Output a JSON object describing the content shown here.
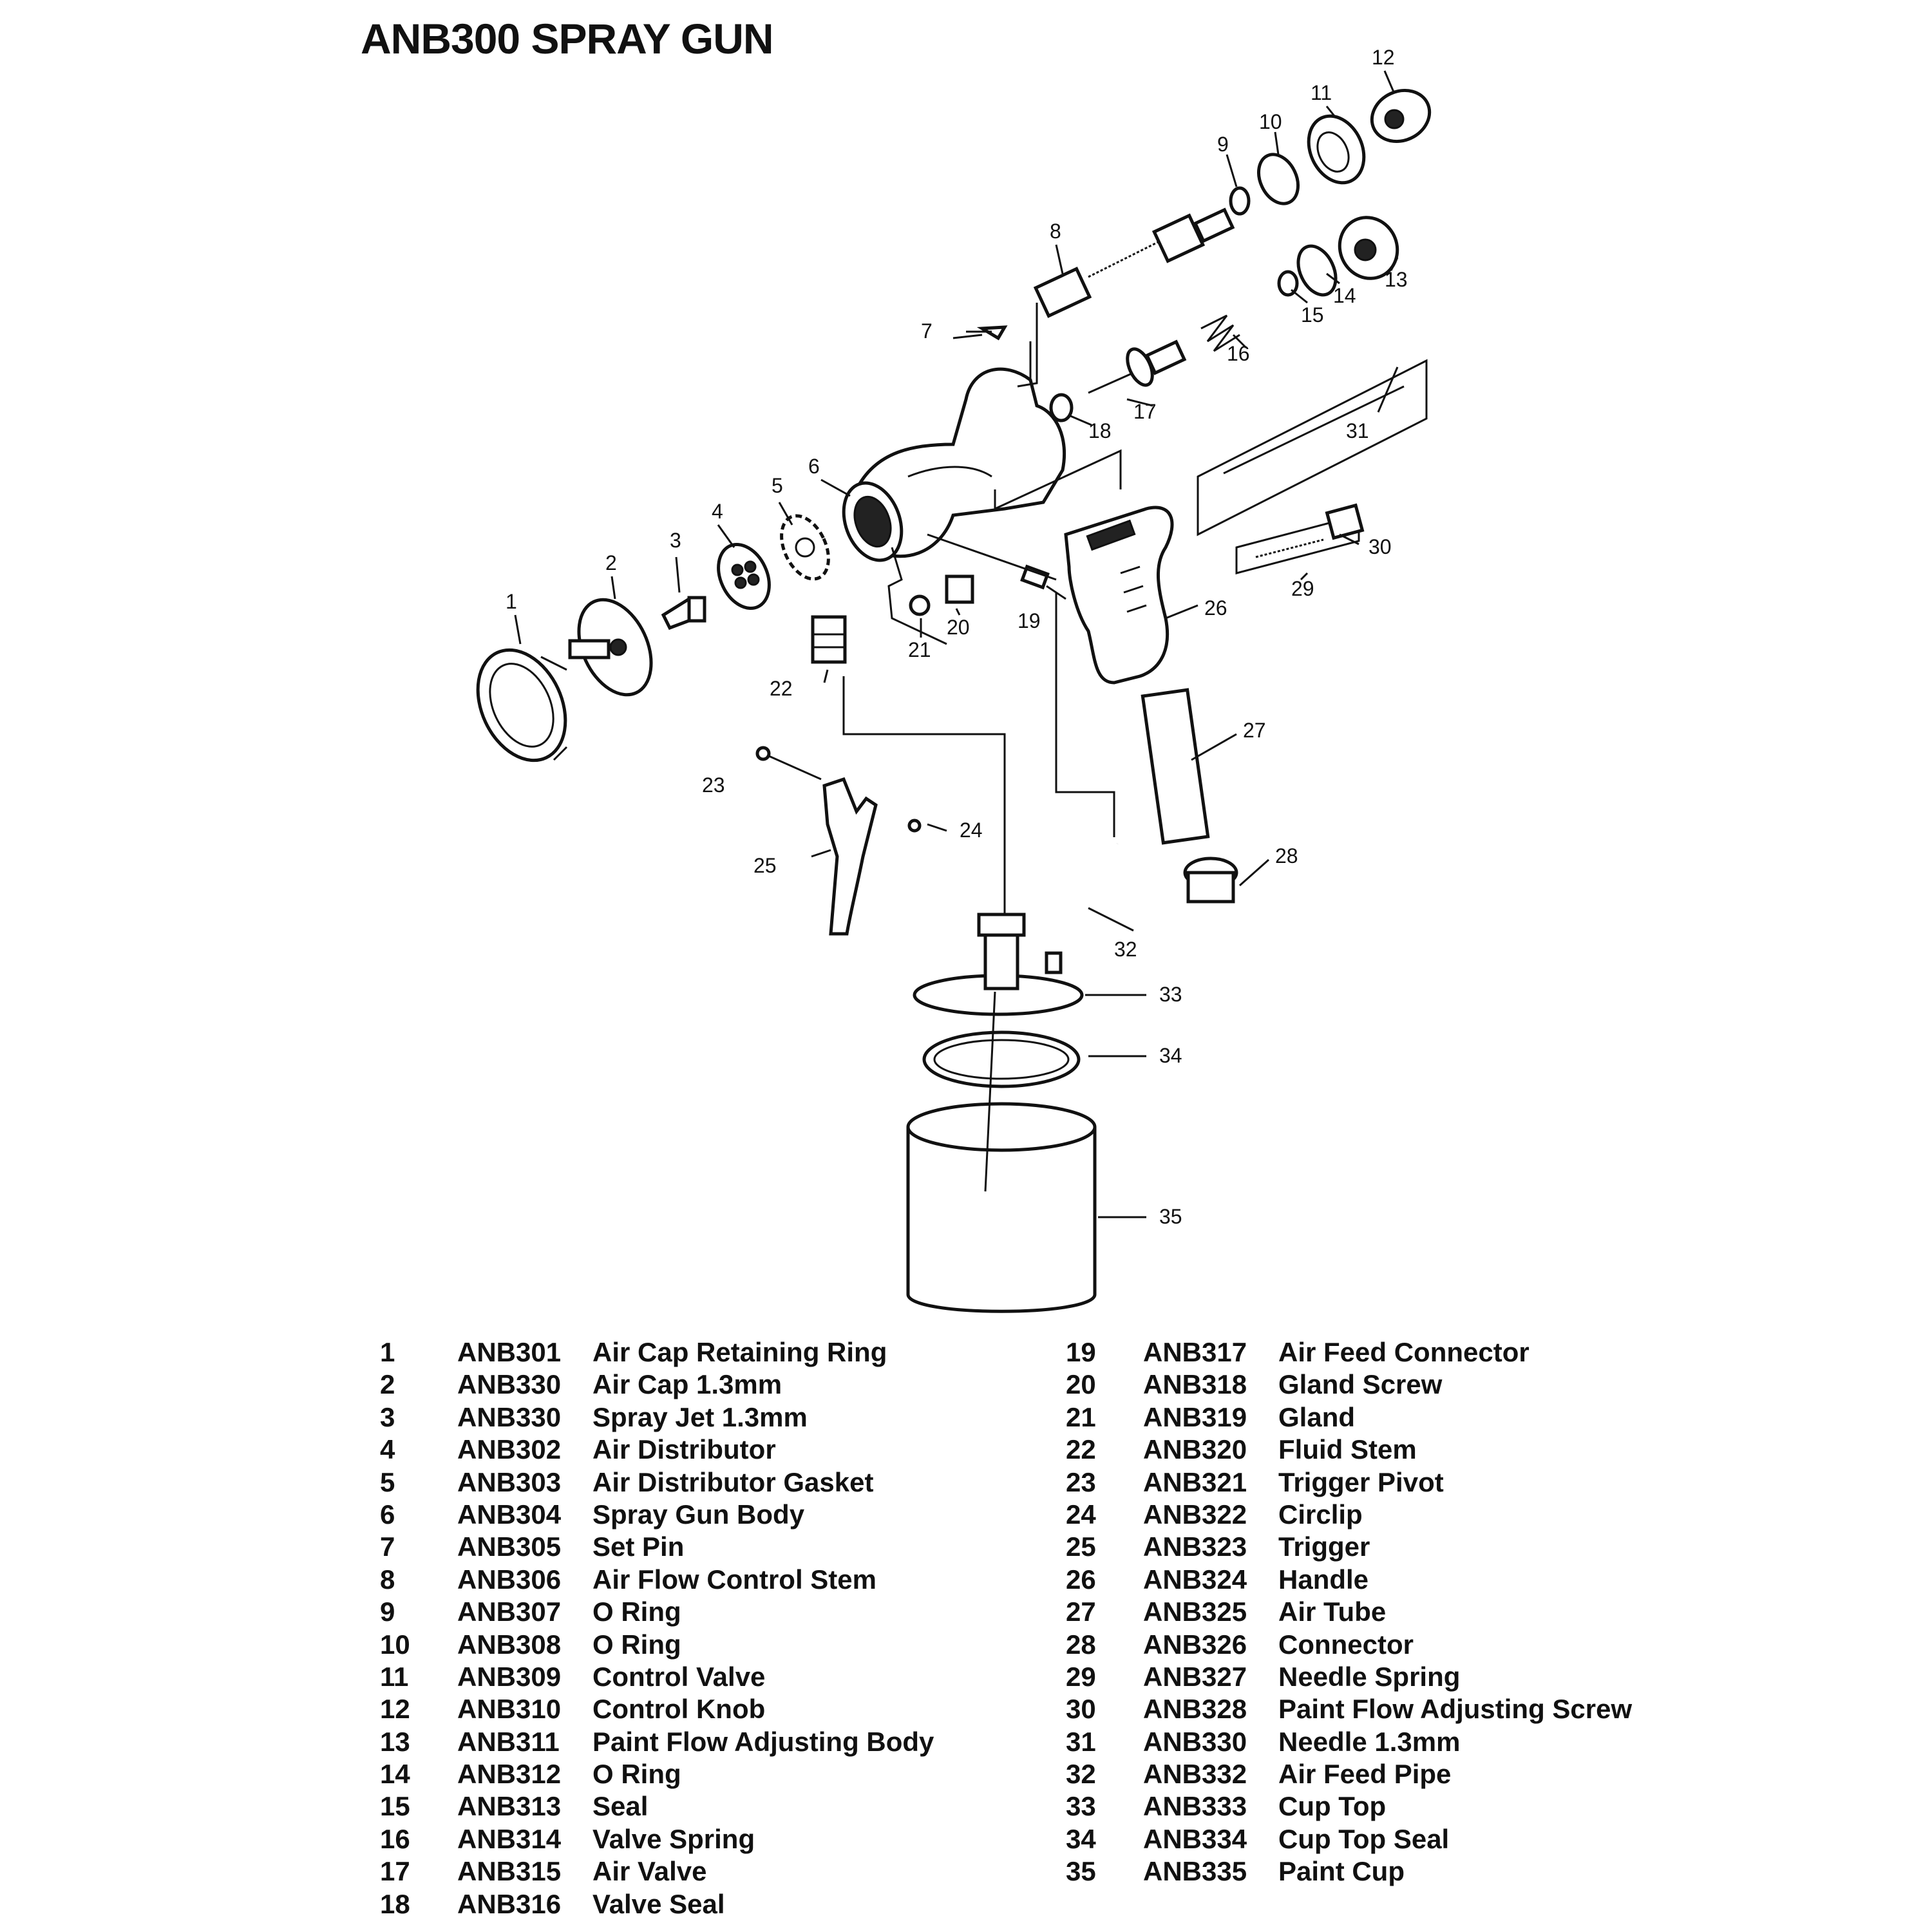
{
  "title": "ANB300 SPRAY GUN",
  "callouts": [
    "1",
    "2",
    "3",
    "4",
    "5",
    "6",
    "7",
    "8",
    "9",
    "10",
    "11",
    "12",
    "13",
    "14",
    "15",
    "16",
    "17",
    "18",
    "19",
    "20",
    "21",
    "22",
    "23",
    "24",
    "25",
    "26",
    "27",
    "28",
    "29",
    "30",
    "31",
    "32",
    "33",
    "34",
    "35"
  ],
  "parts_left": [
    {
      "num": "1",
      "code": "ANB301",
      "desc": "Air Cap Retaining Ring"
    },
    {
      "num": "2",
      "code": "ANB330",
      "desc": "Air Cap 1.3mm"
    },
    {
      "num": "3",
      "code": "ANB330",
      "desc": "Spray Jet 1.3mm"
    },
    {
      "num": "4",
      "code": "ANB302",
      "desc": "Air Distributor"
    },
    {
      "num": "5",
      "code": "ANB303",
      "desc": "Air Distributor Gasket"
    },
    {
      "num": "6",
      "code": "ANB304",
      "desc": "Spray Gun Body"
    },
    {
      "num": "7",
      "code": "ANB305",
      "desc": "Set Pin"
    },
    {
      "num": "8",
      "code": "ANB306",
      "desc": "Air Flow Control Stem"
    },
    {
      "num": "9",
      "code": "ANB307",
      "desc": "O Ring"
    },
    {
      "num": "10",
      "code": "ANB308",
      "desc": "O Ring"
    },
    {
      "num": "11",
      "code": "ANB309",
      "desc": "Control Valve"
    },
    {
      "num": "12",
      "code": "ANB310",
      "desc": "Control Knob"
    },
    {
      "num": "13",
      "code": "ANB311",
      "desc": "Paint Flow Adjusting Body"
    },
    {
      "num": "14",
      "code": "ANB312",
      "desc": "O Ring"
    },
    {
      "num": "15",
      "code": "ANB313",
      "desc": "Seal"
    },
    {
      "num": "16",
      "code": "ANB314",
      "desc": "Valve Spring"
    },
    {
      "num": "17",
      "code": "ANB315",
      "desc": "Air Valve"
    },
    {
      "num": "18",
      "code": "ANB316",
      "desc": "Valve Seal"
    }
  ],
  "parts_right": [
    {
      "num": "19",
      "code": "ANB317",
      "desc": "Air Feed Connector"
    },
    {
      "num": "20",
      "code": "ANB318",
      "desc": "Gland Screw"
    },
    {
      "num": "21",
      "code": "ANB319",
      "desc": "Gland"
    },
    {
      "num": "22",
      "code": "ANB320",
      "desc": "Fluid Stem"
    },
    {
      "num": "23",
      "code": "ANB321",
      "desc": "Trigger Pivot"
    },
    {
      "num": "24",
      "code": "ANB322",
      "desc": "Circlip"
    },
    {
      "num": "25",
      "code": "ANB323",
      "desc": "Trigger"
    },
    {
      "num": "26",
      "code": "ANB324",
      "desc": "Handle"
    },
    {
      "num": "27",
      "code": "ANB325",
      "desc": "Air Tube"
    },
    {
      "num": "28",
      "code": "ANB326",
      "desc": "Connector"
    },
    {
      "num": "29",
      "code": "ANB327",
      "desc": "Needle Spring"
    },
    {
      "num": "30",
      "code": "ANB328",
      "desc": "Paint Flow Adjusting Screw"
    },
    {
      "num": "31",
      "code": "ANB330",
      "desc": "Needle 1.3mm"
    },
    {
      "num": "32",
      "code": "ANB332",
      "desc": "Air Feed Pipe"
    },
    {
      "num": "33",
      "code": "ANB333",
      "desc": "Cup Top"
    },
    {
      "num": "34",
      "code": "ANB334",
      "desc": "Cup Top Seal"
    },
    {
      "num": "35",
      "code": "ANB335",
      "desc": "Paint Cup"
    }
  ]
}
